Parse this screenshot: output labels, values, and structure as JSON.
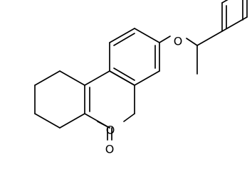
{
  "molecule": {
    "atom_labels": {
      "ether_oxygen": "O",
      "ring_oxygen": "O",
      "carbonyl_oxygen": "O"
    },
    "colors": {
      "bond": "#000000",
      "label": "#000000",
      "background": "#ffffff"
    }
  }
}
